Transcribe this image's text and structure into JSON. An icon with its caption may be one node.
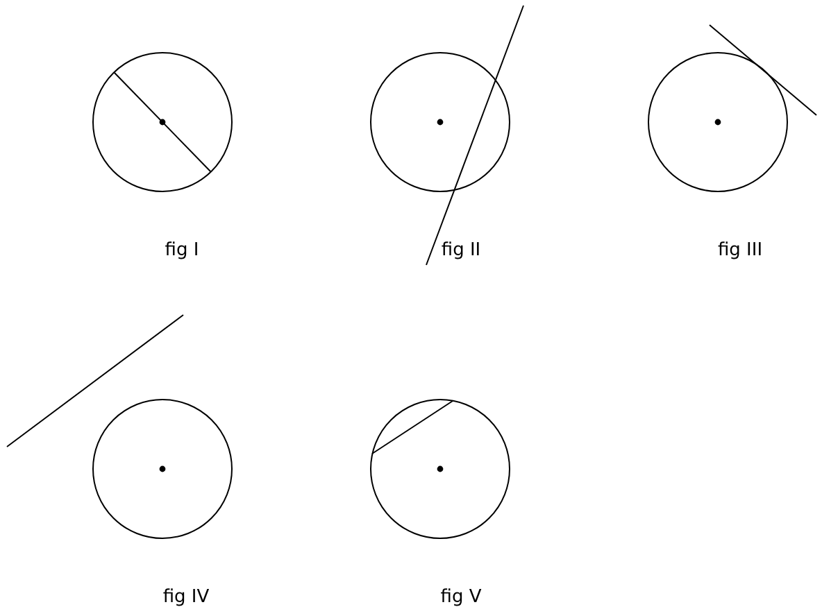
{
  "diagram": {
    "labels": [
      "fig I",
      "fig II",
      "fig III",
      "fig IV",
      "fig V"
    ]
  }
}
